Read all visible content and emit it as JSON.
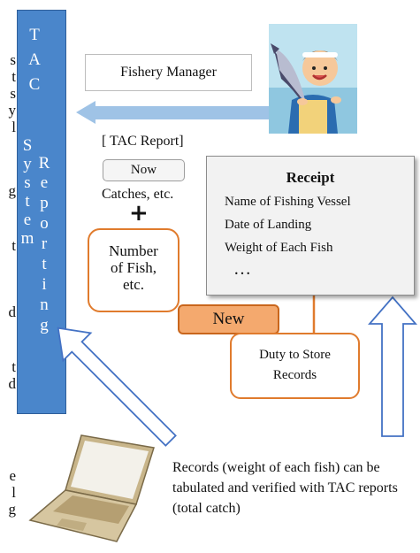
{
  "left_column_fragments": {
    "group1": [
      "s",
      "t",
      "s",
      "y",
      "l"
    ],
    "group2": [
      "g"
    ],
    "group3": [
      "t"
    ],
    "group4": [
      "d"
    ],
    "group5": [
      "t",
      "d"
    ],
    "group6": [
      "e",
      "l",
      "g"
    ]
  },
  "tac_bar": {
    "column1": [
      "T",
      "A",
      "C"
    ],
    "column2": [
      "S",
      "y",
      "s",
      "t",
      "e",
      "m"
    ],
    "column3": [
      "R",
      "e",
      "p",
      "o",
      "r",
      "t",
      "i",
      "n",
      "g"
    ]
  },
  "fishery_manager": "Fishery Manager",
  "tac_report_label": "[ TAC Report]",
  "now_label": "Now",
  "catches_label": "Catches, etc.",
  "plus_sign": "+",
  "number_box": {
    "line1": "Number",
    "line2": "of Fish,",
    "line3": "etc."
  },
  "receipt": {
    "title": "Receipt",
    "items": [
      "Name of Fishing Vessel",
      "Date of Landing",
      "Weight of Each Fish"
    ],
    "ellipsis": "…"
  },
  "new_label": "New",
  "duty_box": {
    "line1": "Duty to Store",
    "line2": "Records"
  },
  "records_note": "Records (weight of each fish) can be tabulated and verified with TAC reports (total catch)",
  "colors": {
    "tac_bar": "#4a86cb",
    "orange_border": "#e07b2d",
    "new_fill": "#f4a96e",
    "arrow_fill": "#9fc3e6",
    "hollow_arrow": "#4472c4"
  },
  "icons": {
    "fisherman": "fisherman-holding-tuna-icon",
    "laptop": "laptop-icon"
  }
}
